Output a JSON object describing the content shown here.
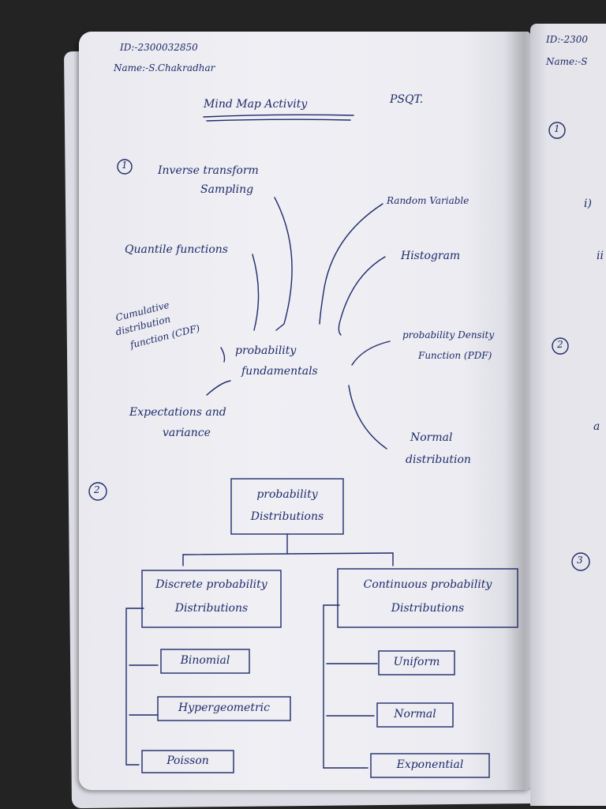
{
  "header": {
    "id_line": "ID:-2300032850",
    "name_line": "Name:-S.Chakradhar",
    "title": "Mind Map Activity",
    "subject": "PSQT."
  },
  "section1": {
    "number": "1",
    "center": [
      "probability",
      "fundamentals"
    ],
    "branches": {
      "inverse_transform": [
        "Inverse transform",
        "Sampling"
      ],
      "quantile": "Quantile functions",
      "cdf": [
        "Cumulative",
        "distribution",
        "function (CDF)"
      ],
      "expectation": [
        "Expectations and",
        "variance"
      ],
      "random_variable": "Random Variable",
      "histogram": "Histogram",
      "pdf": [
        "probability Density",
        "Function (PDF)"
      ],
      "normal": [
        "Normal",
        "distribution"
      ]
    }
  },
  "section2": {
    "number": "2",
    "root": [
      "probability",
      "Distributions"
    ],
    "discrete": {
      "title": [
        "Discrete probability",
        "Distributions"
      ],
      "items": [
        "Binomial",
        "Hypergeometric",
        "Poisson"
      ]
    },
    "continuous": {
      "title": [
        "Continuous probability",
        "Distributions"
      ],
      "items": [
        "Uniform",
        "Normal",
        "Exponential"
      ]
    }
  },
  "right_page": {
    "id_line": "ID:-2300",
    "name_line": "Name:-S",
    "markers": [
      "1",
      "i)",
      "ii",
      "2",
      "a",
      "3"
    ]
  }
}
